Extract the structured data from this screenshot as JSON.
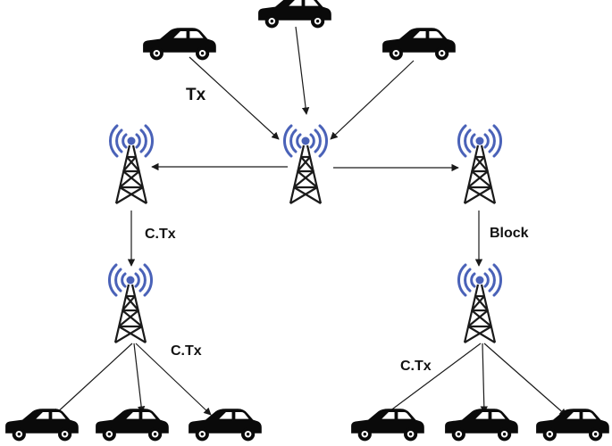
{
  "labels": {
    "tx": "Tx",
    "ctx_left": "C.Tx",
    "block": "Block",
    "ctx_bottom_left": "C.Tx",
    "ctx_bottom_right": "C.Tx"
  },
  "colors": {
    "tower": "#1a1a1a",
    "signal": "#4a62b8",
    "car": "#0a0a0a",
    "arrow": "#1a1a1a"
  },
  "icons": {
    "tower": "cell-tower-icon",
    "car": "car-icon"
  }
}
